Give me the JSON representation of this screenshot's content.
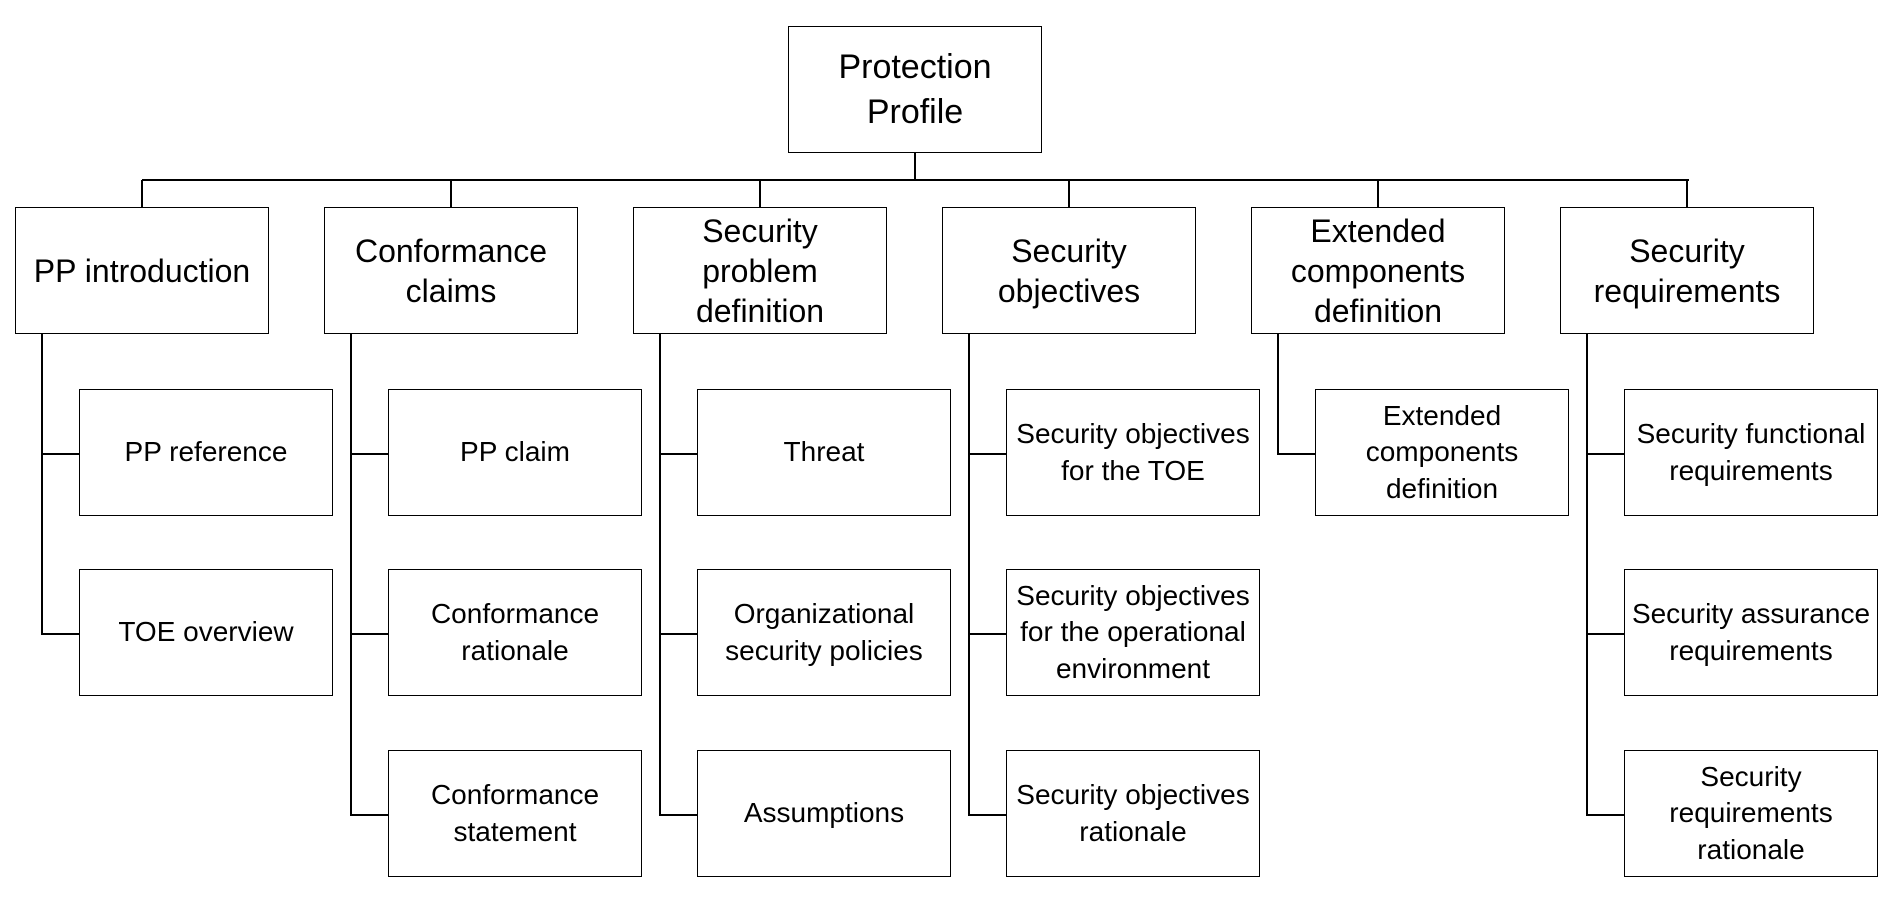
{
  "root": {
    "label": "Protection\nProfile"
  },
  "sections": [
    {
      "label": "PP introduction",
      "children": [
        "PP reference",
        "TOE overview"
      ]
    },
    {
      "label": "Conformance\nclaims",
      "children": [
        "PP claim",
        "Conformance\nrationale",
        "Conformance\nstatement"
      ]
    },
    {
      "label": "Security\nproblem\ndefinition",
      "children": [
        "Threat",
        "Organizational\nsecurity policies",
        "Assumptions"
      ]
    },
    {
      "label": "Security\nobjectives",
      "children": [
        "Security objectives\nfor the TOE",
        "Security objectives\nfor the operational\nenvironment",
        "Security objectives\nrationale"
      ]
    },
    {
      "label": "Extended\ncomponents\ndefinition",
      "children": [
        "Extended\ncomponents\ndefinition"
      ]
    },
    {
      "label": "Security\nrequirements",
      "children": [
        "Security functional\nrequirements",
        "Security assurance\nrequirements",
        "Security\nrequirements\nrationale"
      ]
    }
  ]
}
